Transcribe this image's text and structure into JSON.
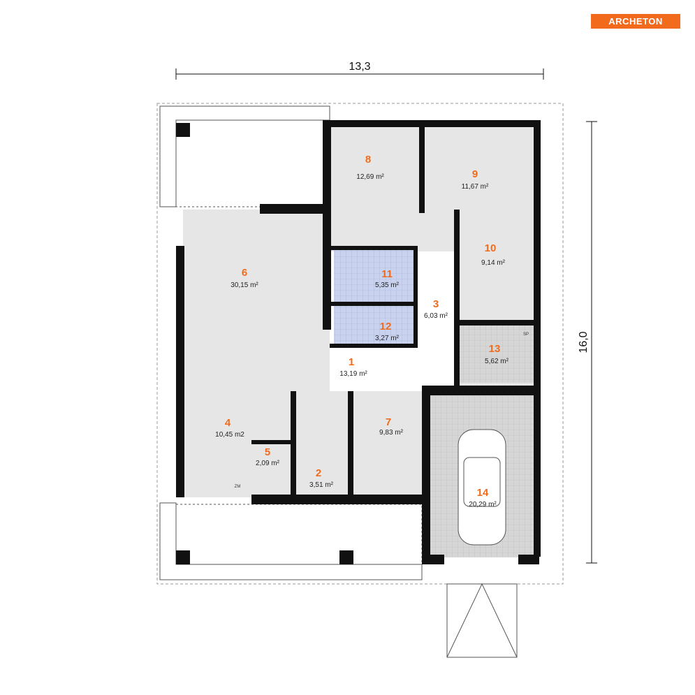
{
  "brand": {
    "logo": "ARCHETON"
  },
  "dimensions": {
    "width": "13,3",
    "depth": "16,0"
  },
  "rooms": [
    {
      "num": "1",
      "area": "13,19 m²"
    },
    {
      "num": "2",
      "area": "3,51 m²"
    },
    {
      "num": "3",
      "area": "6,03 m²"
    },
    {
      "num": "4",
      "area": "10,45 m2"
    },
    {
      "num": "5",
      "area": "2,09 m²"
    },
    {
      "num": "6",
      "area": "30,15 m²"
    },
    {
      "num": "7",
      "area": "9,83 m²"
    },
    {
      "num": "8",
      "area": "12,69 m²"
    },
    {
      "num": "9",
      "area": "11,67 m²"
    },
    {
      "num": "10",
      "area": "9,14 m²"
    },
    {
      "num": "11",
      "area": "5,35 m²"
    },
    {
      "num": "12",
      "area": "3,27 m²"
    },
    {
      "num": "13",
      "area": "5,62 m²"
    },
    {
      "num": "14",
      "area": "20,29 m²"
    }
  ],
  "fixtures": {
    "fridge": "ZM",
    "boiler": "SP"
  },
  "colors": {
    "accent": "#f26b1d",
    "floor": "#e6e6e6",
    "bath": "#c9d3ef",
    "wall": "#111111"
  }
}
